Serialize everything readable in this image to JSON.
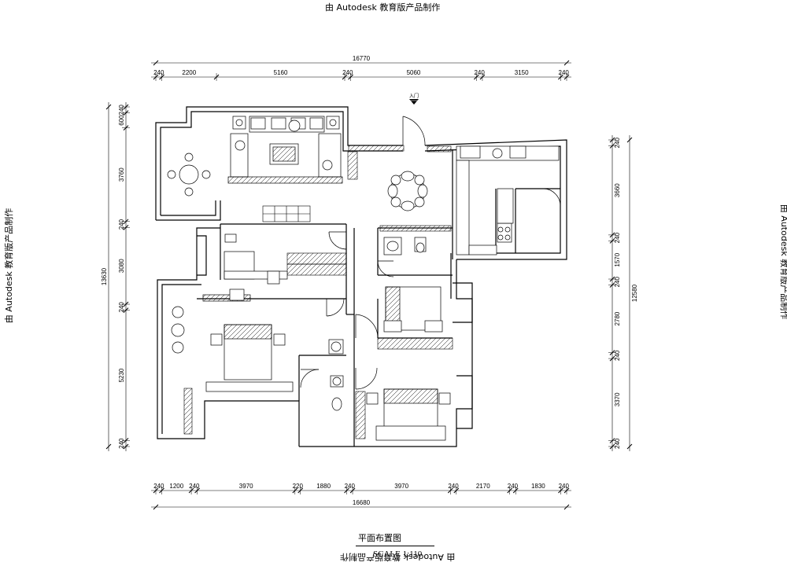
{
  "watermark": {
    "top": "由 Autodesk 教育版产品制作",
    "bottom": "由 Autodesk 教育版产品制作",
    "left": "由 Autodesk 教育版产品制作",
    "right": "由 Autodesk 教育版产品制作"
  },
  "dims": {
    "top_overall": "16770",
    "top_segments": [
      "240",
      "2200",
      "5160",
      "240",
      "5060",
      "240",
      "3150",
      "240"
    ],
    "bottom_overall": "16680",
    "bottom_segments": [
      "240",
      "1200",
      "240",
      "3970",
      "220",
      "1880",
      "240",
      "3970",
      "240",
      "2170",
      "240",
      "1830",
      "240"
    ],
    "left_overall": "13630",
    "left_segments": [
      "240",
      "600",
      "3760",
      "240",
      "3080",
      "240",
      "5230",
      "240"
    ],
    "right_overall": "12580",
    "right_segments": [
      "240",
      "3660",
      "240",
      "1570",
      "240",
      "2780",
      "240",
      "3370",
      "240"
    ]
  },
  "entrance_label": "入门",
  "title": "平面布置图",
  "scale": "SCALE  1:110"
}
